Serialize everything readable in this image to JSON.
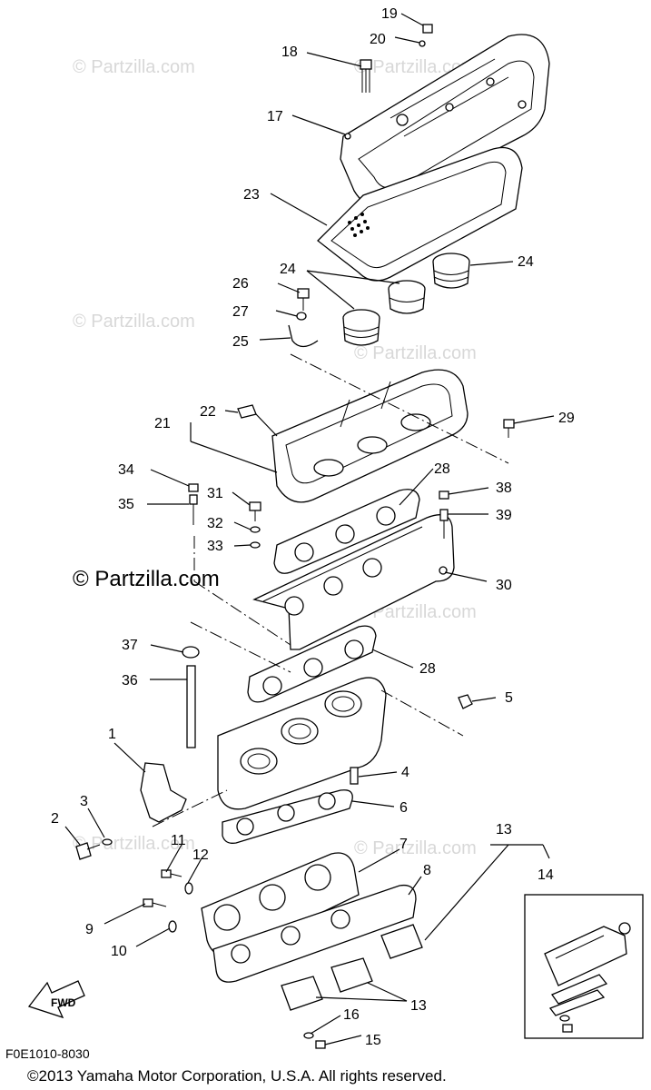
{
  "diagram_code": "F0E1010-8030",
  "copyright": "©2013 Yamaha Motor Corporation, U.S.A. All rights reserved.",
  "watermark": "© Partzilla.com",
  "fwd_label": "FWD",
  "callouts": {
    "c1": "1",
    "c2": "2",
    "c3": "3",
    "c4": "4",
    "c5": "5",
    "c6": "6",
    "c7": "7",
    "c8": "8",
    "c9": "9",
    "c10": "10",
    "c11": "11",
    "c12": "12",
    "c13a": "13",
    "c13b": "13",
    "c14": "14",
    "c15": "15",
    "c16": "16",
    "c17": "17",
    "c18": "18",
    "c19": "19",
    "c20": "20",
    "c21": "21",
    "c22": "22",
    "c23": "23",
    "c24a": "24",
    "c24b": "24",
    "c25": "25",
    "c26": "26",
    "c27": "27",
    "c28a": "28",
    "c28b": "28",
    "c29": "29",
    "c30": "30",
    "c31": "31",
    "c32": "32",
    "c33": "33",
    "c34": "34",
    "c35": "35",
    "c36": "36",
    "c37": "37",
    "c38": "38",
    "c39": "39"
  }
}
